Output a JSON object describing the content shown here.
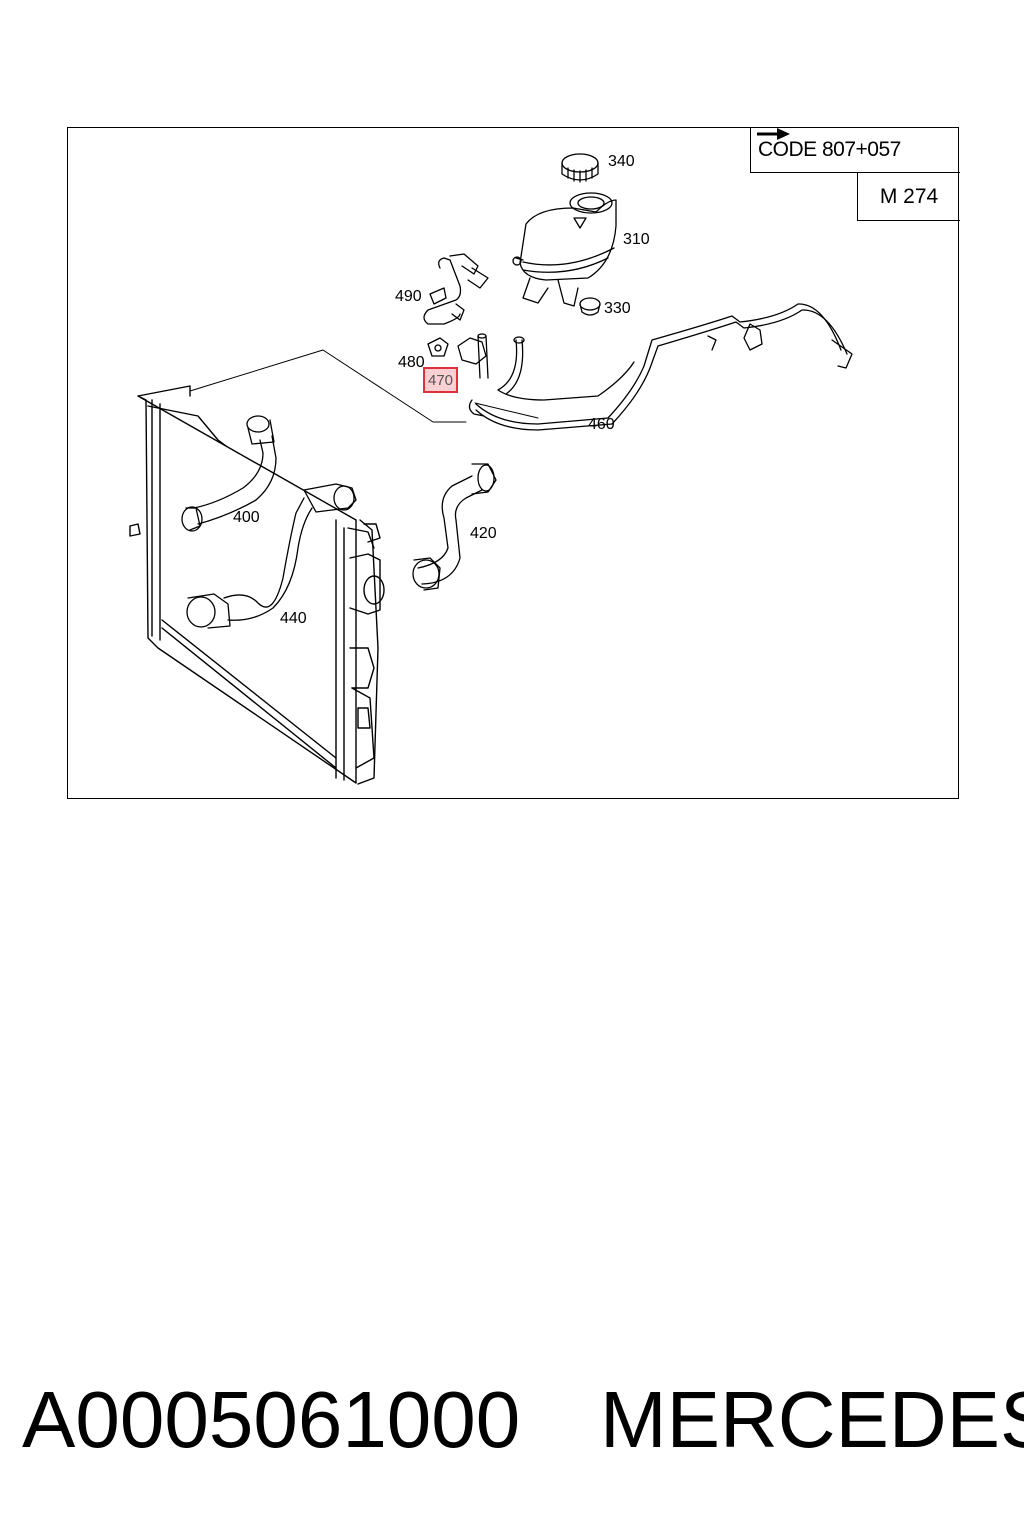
{
  "diagram": {
    "code_label": "CODE 807+057",
    "engine_label": "M 274",
    "callouts": {
      "c340": "340",
      "c310": "310",
      "c330": "330",
      "c490": "490",
      "c480": "480",
      "c470": "470",
      "c460": "460",
      "c400": "400",
      "c420": "420",
      "c440": "440"
    },
    "highlighted_callout": "470",
    "highlight_color": "#e0303a"
  },
  "footer": {
    "part_number": "A0005061000",
    "brand": "MERCEDES"
  }
}
